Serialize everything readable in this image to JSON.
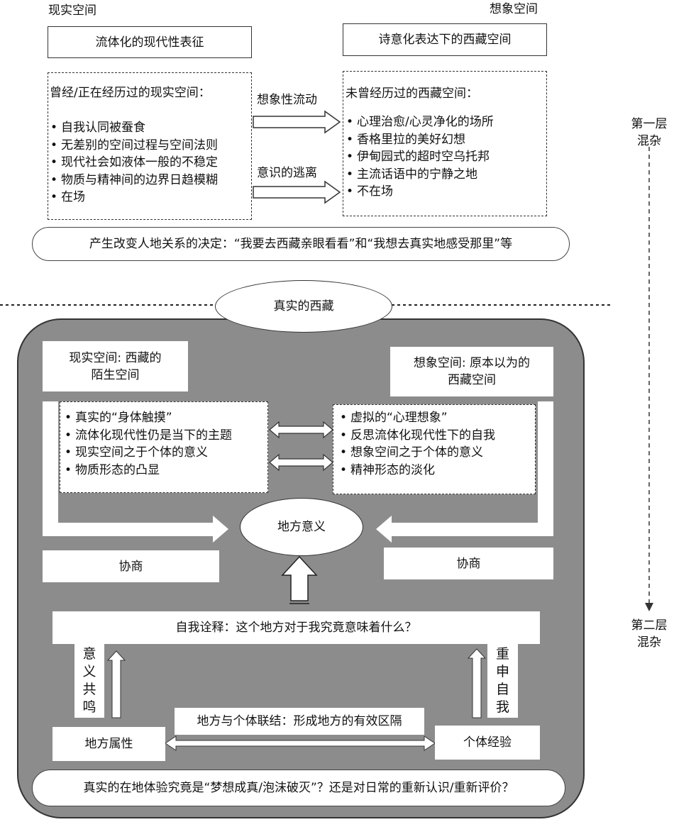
{
  "top": {
    "real_heading": "现实空间",
    "imagined_heading": "想象空间",
    "left_title": "流体化的现代性表征",
    "right_title": "诗意化表达下的西藏空间",
    "left_list_title": "曾经/正在经历过的现实空间：",
    "left_items": [
      "自我认同被蚕食",
      "无差别的空间过程与空间法则",
      "现代社会如液体一般的不稳定",
      "物质与精神间的边界日趋模糊",
      "在场"
    ],
    "right_list_title": "未曾经历过的西藏空间：",
    "right_items": [
      "心理治愈/心灵净化的场所",
      "香格里拉的美好幻想",
      "伊甸园式的超时空乌托邦",
      "主流话语中的宁静之地",
      "不在场"
    ],
    "arrow1_label": "想象性流动",
    "arrow2_label": "意识的逃离",
    "decision": "产生改变人地关系的决定：“我要去西藏亲眼看看”和“我想去真实地感受那里”等"
  },
  "side": {
    "layer1_line1": "第一层",
    "layer1_line2": "混杂",
    "layer2_line1": "第二层",
    "layer2_line2": "混杂"
  },
  "bottom": {
    "real_tibet": "真实的西藏",
    "left_header_line1": "现实空间: 西藏的",
    "left_header_line2": "陌生空间",
    "right_header_line1": "想象空间: 原本以为的",
    "right_header_line2": "西藏空间",
    "left_items": [
      "真实的“身体触摸”",
      "流体化现代性仍是当下的主题",
      "现实空间之于个体的意义",
      "物质形态的凸显"
    ],
    "right_items": [
      "虚拟的“心理想象”",
      "反思流体化现代性下的自我",
      "想象空间之于个体的意义",
      "精神形态的淡化"
    ],
    "place_meaning": "地方意义",
    "negotiation_left": "协商",
    "negotiation_right": "协商",
    "self_interpretation": "自我诠释：这个地方对于我究竟意味着什么？",
    "resonance": "意义共鸣",
    "reaffirm": "重申自我",
    "link_label": "地方与个体联结：形成地方的有效区隔",
    "place_attribute": "地方属性",
    "individual_experience": "个体经验",
    "final_question": "真实的在地体验究竟是“梦想成真/泡沫破灭”？还是对日常的重新认识/重新评价？"
  }
}
